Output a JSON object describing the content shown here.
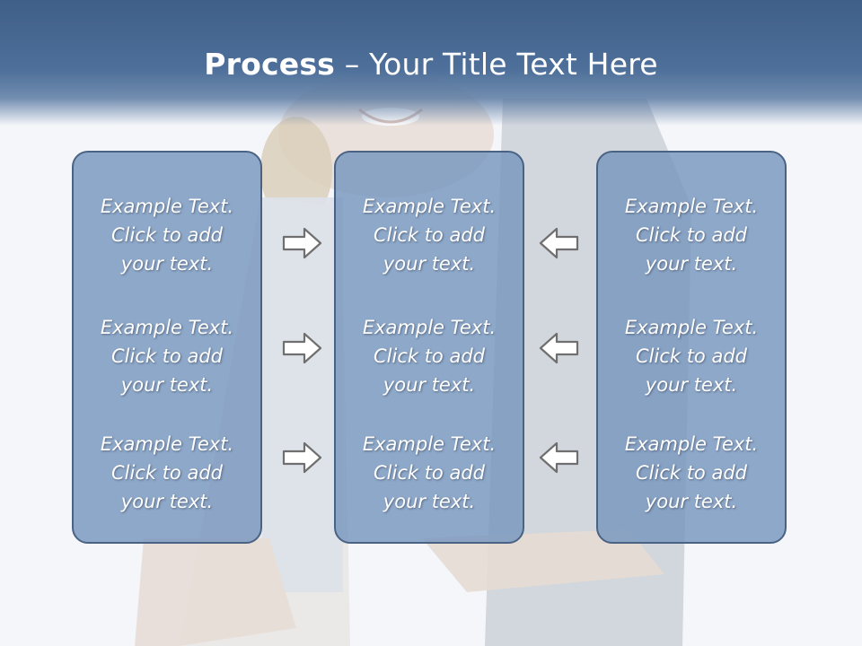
{
  "slide": {
    "title_bold": "Process",
    "title_rest": " – Your Title Text Here"
  },
  "columns": [
    {
      "items": [
        {
          "line1": "Example Text.",
          "line2": "Click  to add",
          "line3": "your text."
        },
        {
          "line1": "Example Text.",
          "line2": "Click  to add",
          "line3": "your text."
        },
        {
          "line1": "Example Text.",
          "line2": "Click  to add",
          "line3": "your text."
        }
      ]
    },
    {
      "items": [
        {
          "line1": "Example Text.",
          "line2": "Click  to add",
          "line3": "your text."
        },
        {
          "line1": "Example Text.",
          "line2": "Click  to add",
          "line3": "your text."
        },
        {
          "line1": "Example Text.",
          "line2": "Click  to add",
          "line3": "your text."
        }
      ]
    },
    {
      "items": [
        {
          "line1": "Example Text.",
          "line2": "Click  to add",
          "line3": "your text."
        },
        {
          "line1": "Example Text.",
          "line2": "Click  to add",
          "line3": "your text."
        },
        {
          "line1": "Example Text.",
          "line2": "Click  to add",
          "line3": "your text."
        }
      ]
    }
  ],
  "arrows": {
    "left_group": "right-arrow-icon",
    "right_group": "left-arrow-icon"
  },
  "colors": {
    "header": "#4a6a95",
    "panel": "#7f9ac0",
    "panel_border": "#4a6384",
    "text": "#ffffff"
  }
}
